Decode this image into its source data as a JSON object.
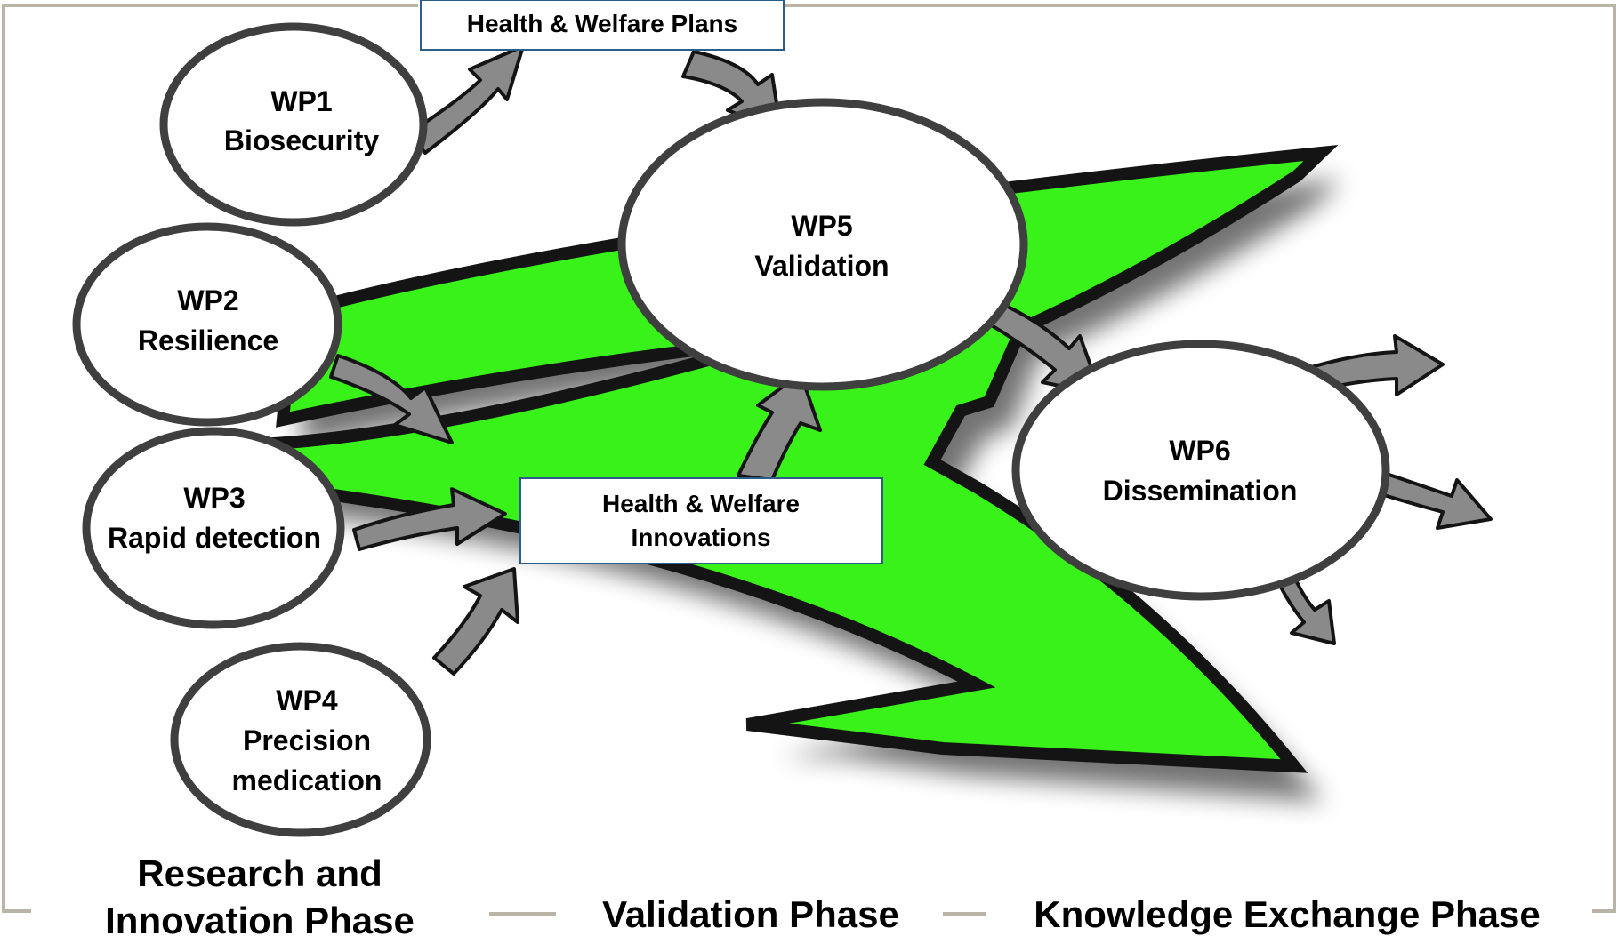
{
  "colors": {
    "z_arrow_fill": "#39f21a",
    "outline": "#141414",
    "connector_fill": "#8a8a8a",
    "ellipse_stroke": "#3f3f3f",
    "box_border": "#2c5c8a",
    "frame_line": "#b9b4a6"
  },
  "nodes": {
    "wp1": {
      "title": "WP1",
      "subtitle": "Biosecurity"
    },
    "wp2": {
      "title": "WP2",
      "subtitle": "Resilience"
    },
    "wp3": {
      "title": "WP3",
      "subtitle": "Rapid detection"
    },
    "wp4": {
      "title": "WP4",
      "line2": "Precision",
      "line3": "medication"
    },
    "wp5": {
      "title": "WP5",
      "subtitle": "Validation"
    },
    "wp6": {
      "title": "WP6",
      "subtitle": "Dissemination"
    }
  },
  "boxes": {
    "plans": {
      "label": "Health & Welfare Plans"
    },
    "innovations": {
      "line1": "Health & Welfare",
      "line2": "Innovations"
    }
  },
  "phases": {
    "research": {
      "line1": "Research and",
      "line2": "Innovation Phase"
    },
    "validation": {
      "label": "Validation Phase"
    },
    "knowledge": {
      "label": "Knowledge Exchange Phase"
    }
  }
}
